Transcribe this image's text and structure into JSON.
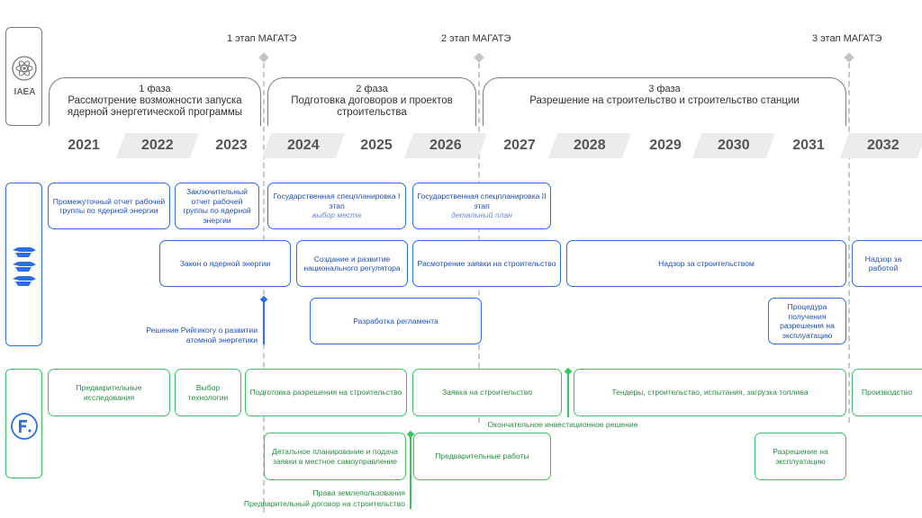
{
  "org": {
    "label": "IAEA"
  },
  "stages": [
    "1 этап МАГАТЭ",
    "2 этап МАГАТЭ",
    "3 этап МАГАТЭ"
  ],
  "phases": [
    {
      "num": "1 фаза",
      "title": "Рассмотрение возможности запуска ядерной энергетической программы"
    },
    {
      "num": "2 фаза",
      "title": "Подготовка договоров и проектов строительства"
    },
    {
      "num": "3 фаза",
      "title": "Разрешение на строительство и строительство станции"
    }
  ],
  "years": [
    "2021",
    "2022",
    "2023",
    "2024",
    "2025",
    "2026",
    "2027",
    "2028",
    "2029",
    "2030",
    "2031",
    "2032"
  ],
  "gov": {
    "row1": [
      {
        "text": "Промежуточный отчет рабочей группы по ядерной энергии"
      },
      {
        "text": "Заключительный отчет рабочей группы по ядерной энергии"
      },
      {
        "text": "Государственная спецпланировка I этап",
        "sub": "выбор места"
      },
      {
        "text": "Государственная спецпланировка II этап",
        "sub": "детальный план"
      }
    ],
    "row2": [
      {
        "text": "Закон о ядерной энергии"
      },
      {
        "text": "Создание и развитие национального регулятора"
      },
      {
        "text": "Расмотрение заявки на строительство"
      },
      {
        "text": "Надзор за строительством"
      },
      {
        "text": "Надзор за работой"
      }
    ],
    "row3": [
      {
        "text": "Разработка регламента"
      },
      {
        "text": "Процедура получения разрешения на эксплуатацию"
      }
    ],
    "milestone": "Решение Рийгикогу о развитии атомной энергетики"
  },
  "company": {
    "row1": [
      {
        "text": "Предварительные исследования"
      },
      {
        "text": "Выбор технологии"
      },
      {
        "text": "Подготовка разрешения на строительство"
      },
      {
        "text": "Заявка на строительство"
      },
      {
        "text": "Тендеры, строительство, испытания, загрузка топлива"
      },
      {
        "text": "Производство"
      }
    ],
    "row2": [
      {
        "text": "Детальное планирование и подача заявки в местное самоуправление"
      },
      {
        "text": "Предварительные работы"
      },
      {
        "text": "Разрешение на эксплуатацию"
      }
    ],
    "fid": "Окончательное инвестиционное решение",
    "land": "Права землепользования",
    "contract": "Предварительный договор на строительство"
  },
  "colors": {
    "blue": "#2b6fe0",
    "green": "#3bc560",
    "gray": "#7a7a7a"
  }
}
